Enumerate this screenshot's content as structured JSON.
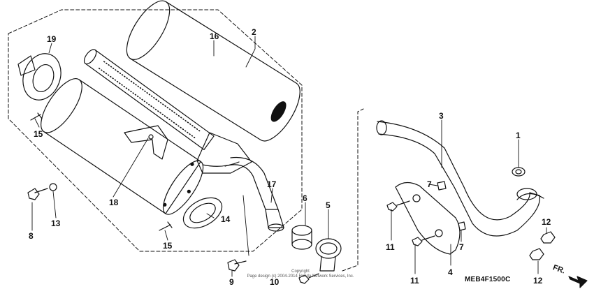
{
  "diagram": {
    "code": "MEB4F1500C",
    "copyright": "Copyright\nPage design (c) 2004-2014 Honda Network Services, Inc.",
    "direction_label": "FR.",
    "callouts": [
      {
        "id": "1",
        "text": "1"
      },
      {
        "id": "2",
        "text": "2"
      },
      {
        "id": "3",
        "text": "3"
      },
      {
        "id": "4",
        "text": "4"
      },
      {
        "id": "5",
        "text": "5"
      },
      {
        "id": "6",
        "text": "6"
      },
      {
        "id": "7a",
        "text": "7"
      },
      {
        "id": "7b",
        "text": "7"
      },
      {
        "id": "8",
        "text": "8"
      },
      {
        "id": "9",
        "text": "9"
      },
      {
        "id": "10",
        "text": "10"
      },
      {
        "id": "11a",
        "text": "11"
      },
      {
        "id": "11b",
        "text": "11"
      },
      {
        "id": "12a",
        "text": "12"
      },
      {
        "id": "12b",
        "text": "12"
      },
      {
        "id": "13",
        "text": "13"
      },
      {
        "id": "14",
        "text": "14"
      },
      {
        "id": "15a",
        "text": "15"
      },
      {
        "id": "15b",
        "text": "15"
      },
      {
        "id": "16",
        "text": "16"
      },
      {
        "id": "17",
        "text": "17"
      },
      {
        "id": "18",
        "text": "18"
      },
      {
        "id": "19",
        "text": "19"
      }
    ]
  }
}
